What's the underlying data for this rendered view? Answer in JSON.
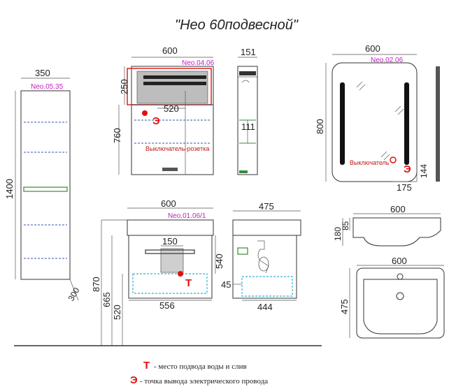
{
  "title": "\"Нео 60подвесной\"",
  "pencil_case": {
    "code": "Neo.05.35",
    "width": "350",
    "height": "1400",
    "depth": "300"
  },
  "mirror_cabinet": {
    "code": "Neo.04.06",
    "width": "600",
    "top_height": "250",
    "inner_width": "520",
    "height": "760",
    "outlet_label": "Выключатель-розетка",
    "marker": "Э"
  },
  "cabinet_side": {
    "depth": "151",
    "shelf": "111"
  },
  "mirror": {
    "code": "Neo.02.06",
    "width": "600",
    "height": "800",
    "switch_label": "Выключатель",
    "marker": "Э",
    "offset_x": "175",
    "offset_y": "144"
  },
  "vanity": {
    "code": "Neo.01.06/1",
    "width": "600",
    "inner_width": "556",
    "cutout": "150",
    "height": "540",
    "floor_height": "870",
    "mid_height": "665",
    "low_height": "520",
    "marker": "Т"
  },
  "vanity_side": {
    "depth": "475",
    "inner_depth": "444",
    "small": "45"
  },
  "basin_side": {
    "width": "600",
    "height": "180",
    "rim": "85"
  },
  "basin_top": {
    "width": "600",
    "depth": "475"
  },
  "legend": [
    {
      "mark": "Т",
      "text": "- место подвода воды и слив"
    },
    {
      "mark": "Э",
      "text": "- точка вывода электрического провода"
    }
  ],
  "colors": {
    "marker_red": "#e01010",
    "code_magenta": "#c020c0",
    "dash_blue": "#4a78c8"
  }
}
